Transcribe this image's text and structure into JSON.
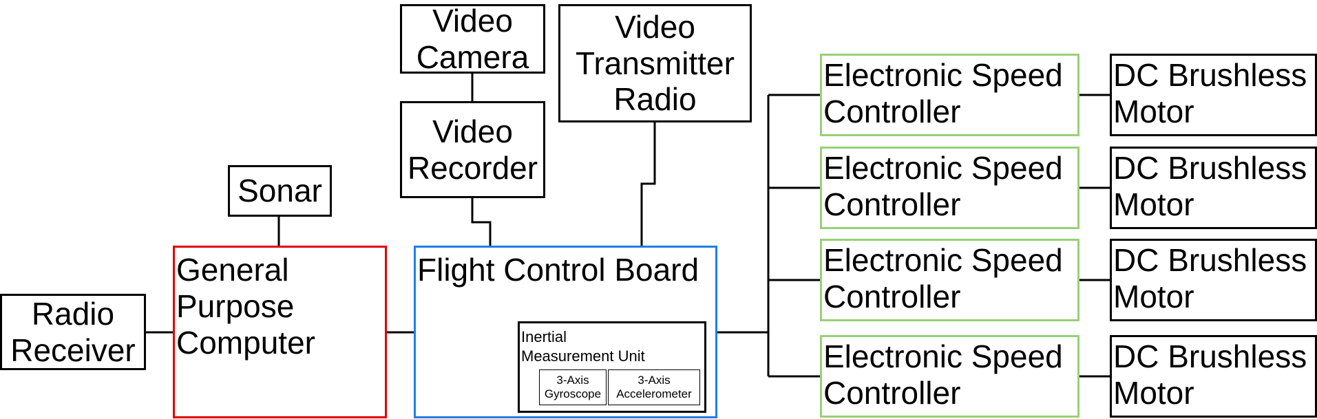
{
  "nodes": {
    "video_camera": "Video\nCamera",
    "video_transmitter": "Video\nTransmitter\nRadio",
    "video_recorder": "Video\nRecorder",
    "sonar": "Sonar",
    "radio_receiver": "Radio\nReceiver",
    "general_purpose_computer": "General\nPurpose\nComputer",
    "flight_control_board": "Flight Control Board",
    "imu": "Inertial\nMeasurement Unit",
    "gyroscope": "3-Axis\nGyroscope",
    "accelerometer": "3-Axis\nAccelerometer"
  },
  "esc_rows": [
    {
      "esc": "Electronic Speed\nController",
      "motor": "DC Brushless\nMotor"
    },
    {
      "esc": "Electronic Speed\nController",
      "motor": "DC Brushless\nMotor"
    },
    {
      "esc": "Electronic Speed\nController",
      "motor": "DC Brushless\nMotor"
    },
    {
      "esc": "Electronic Speed\nController",
      "motor": "DC Brushless\nMotor"
    }
  ],
  "colors": {
    "esc_border": "#97d077",
    "computer_border": "#e10000",
    "flight_board_border": "#1e7fe6",
    "default_border": "#000000"
  }
}
